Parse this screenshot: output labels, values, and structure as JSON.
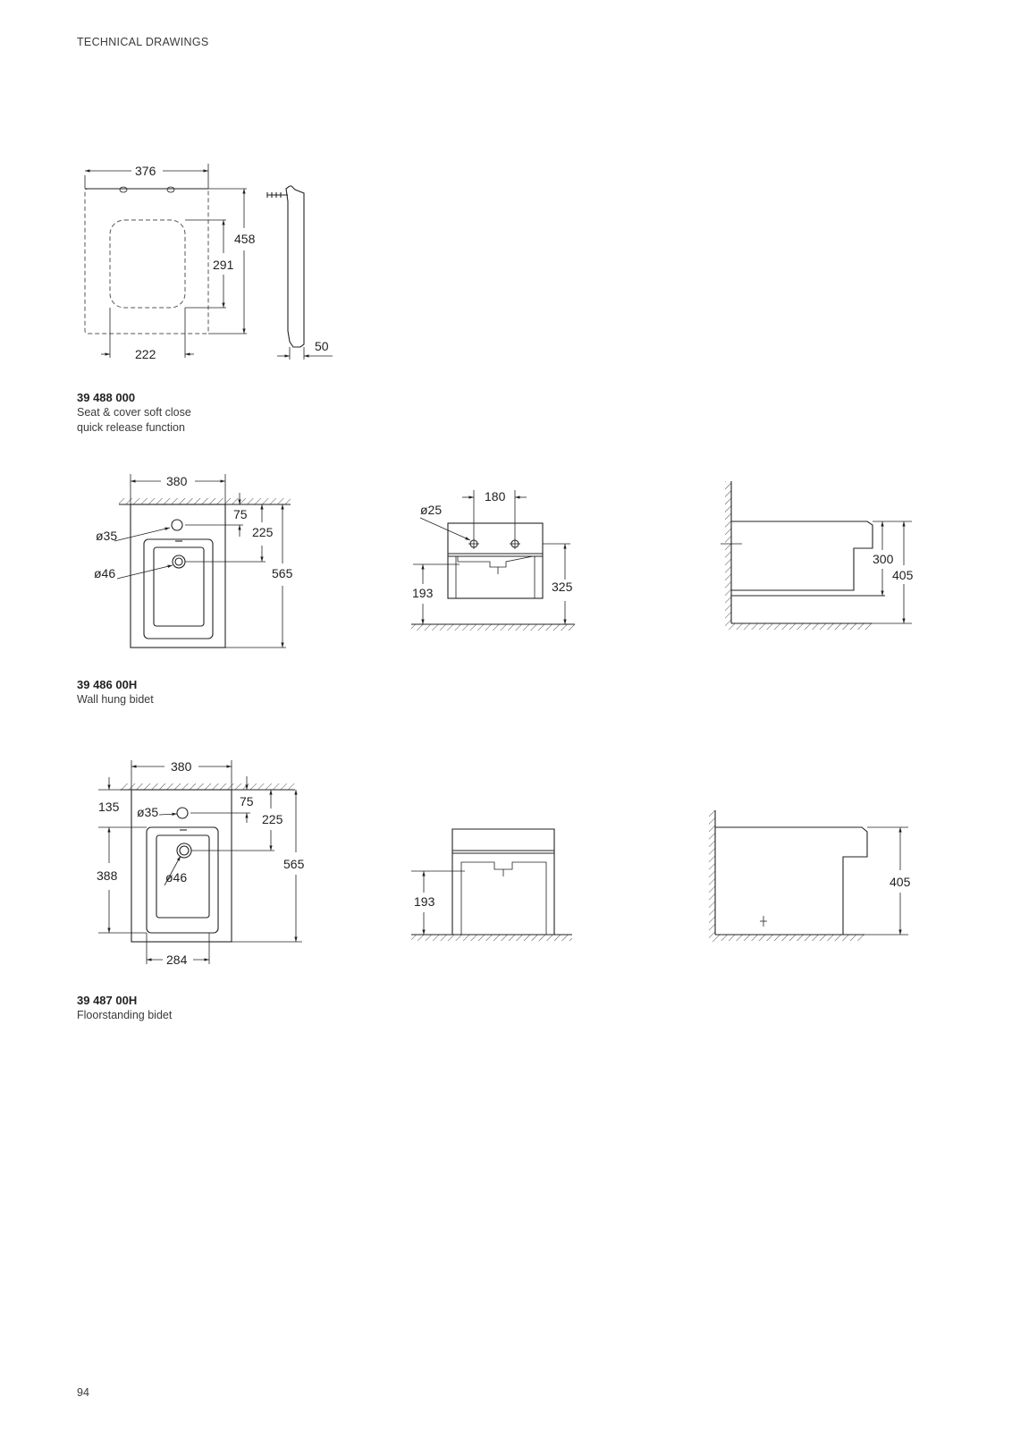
{
  "header": "TECHNICAL DRAWINGS",
  "page_number": "94",
  "products": [
    {
      "code": "39 488 000",
      "description_lines": [
        "Seat & cover soft close",
        "quick release function"
      ],
      "dimensions": {
        "width": "376",
        "height": "458",
        "inner_height": "291",
        "inner_width": "222",
        "depth": "50"
      }
    },
    {
      "code": "39 486 00H",
      "description_lines": [
        "Wall hung bidet"
      ],
      "dimensions": {
        "width": "380",
        "tap_hole_offset": "75",
        "drain_offset": "225",
        "length": "565",
        "tap_hole_diameter": "ø35",
        "drain_diameter": "ø46",
        "fixing_spacing": "180",
        "fixing_diameter": "ø25",
        "waste_height": "193",
        "fixing_height": "325",
        "side_height_1": "300",
        "side_height_2": "405"
      }
    },
    {
      "code": "39 487 00H",
      "description_lines": [
        "Floorstanding bidet"
      ],
      "dimensions": {
        "width": "380",
        "tap_hole_offset": "75",
        "drain_offset": "225",
        "length": "565",
        "back_offset": "135",
        "bowl_length": "388",
        "base_width": "284",
        "tap_hole_diameter": "ø35",
        "drain_diameter": "ø46",
        "waste_height": "193",
        "height": "405"
      }
    }
  ]
}
